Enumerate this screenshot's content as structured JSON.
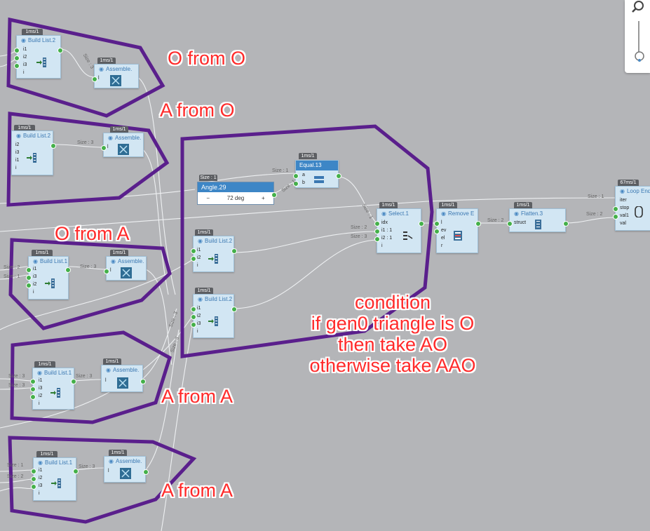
{
  "nodes": {
    "n1": {
      "timing": "1ms/1",
      "title": "Build List.2",
      "ports": [
        "i1",
        "i2",
        "i3",
        "i"
      ]
    },
    "n2": {
      "timing": "1ms/1",
      "title": "Assemble.",
      "ports": [
        "l"
      ]
    },
    "n3": {
      "timing": "1ms/1",
      "title": "Build List.2",
      "ports": [
        "i2",
        "i3",
        "i1",
        "i"
      ]
    },
    "n4": {
      "timing": "1ms/1",
      "title": "Assemble.",
      "ports": [
        "l"
      ]
    },
    "n5": {
      "timing": "1ms/1",
      "title": "Build List.1",
      "ports": [
        "i1",
        "i3",
        "i2",
        "i"
      ]
    },
    "n6": {
      "timing": "1ms/1",
      "title": "Assemble.",
      "ports": [
        "l"
      ]
    },
    "n7": {
      "timing": "1ms/1",
      "title": "Build List.1",
      "ports": [
        "i1",
        "i3",
        "i2",
        "i"
      ]
    },
    "n8": {
      "timing": "1ms/1",
      "title": "Assemble.",
      "ports": [
        "l"
      ]
    },
    "n9": {
      "timing": "1ms/1",
      "title": "Build List.1",
      "ports": [
        "i1",
        "i2",
        "i3",
        "i"
      ]
    },
    "n10": {
      "timing": "1ms/1",
      "title": "Assemble.",
      "ports": [
        "l"
      ]
    },
    "n11": {
      "timing": "1ms/1",
      "title": "Build List.2",
      "ports": [
        "i1",
        "i2",
        "i"
      ]
    },
    "n12": {
      "timing": "1ms/1",
      "title": "Build List.2",
      "ports": [
        "i1",
        "i2",
        "i3",
        "i"
      ]
    },
    "select": {
      "timing": "1ms/1",
      "title": "Select.1",
      "ports": [
        "idx",
        "i1 : 1",
        "i2 : 1",
        "i"
      ]
    },
    "remove": {
      "timing": "1ms/1",
      "title": "Remove E",
      "ports": [
        "l",
        "ev",
        "el",
        "r"
      ]
    },
    "flatten": {
      "timing": "1ms/1",
      "title": "Flatten.3",
      "ports": [
        "struct"
      ]
    },
    "loop": {
      "timing": "67ms/1",
      "title": "Loop End",
      "ports": [
        "iter",
        "stop",
        "val1",
        "val"
      ]
    },
    "equal": {
      "timing": "1ms/1",
      "title": "Equal.13",
      "ports": [
        "a",
        "b"
      ]
    }
  },
  "angle": {
    "title": "Angle.29",
    "minus": "−",
    "value": "72 deg",
    "plus": "+"
  },
  "edge_labels": {
    "e1": "Size : 3",
    "e2": "Size : 3",
    "e3": "Size : 3",
    "e4": "Size : 3",
    "e5": "Size : 3",
    "e6": "Size : 1",
    "e7": "Size : 2",
    "e8": "Size : 3",
    "e9": "Size : 2",
    "e10": "Size : 2",
    "e11": "Size : 1",
    "e12": "Size : 2",
    "e13": "Size : 1",
    "e14": "Size : 3",
    "e15": "Size : 3",
    "e16": "Size : 1",
    "e17": "Size : 2",
    "e18": "Size : 3",
    "e19": "Size : 3",
    "e20": "Size : 1",
    "e21": "Size : 1",
    "e22": "Size : 1"
  },
  "annotations": {
    "a1": "O from O",
    "a2": "A from O",
    "a3": "O from A",
    "a4": "A from A",
    "a5": "A from A",
    "cond1": "condition",
    "cond2": "if gen0 triangle is O",
    "cond3": "then take AO",
    "cond4": "otherwise take AAO"
  },
  "icons": {
    "zoom": "zoom-icon",
    "slider": "zoom-slider"
  },
  "colors": {
    "canvas": "#b4b5b8",
    "node": "#d2e6f3",
    "outline": "#5a1f8c",
    "annotation": "#ff2a2a",
    "port": "#44b04a"
  }
}
